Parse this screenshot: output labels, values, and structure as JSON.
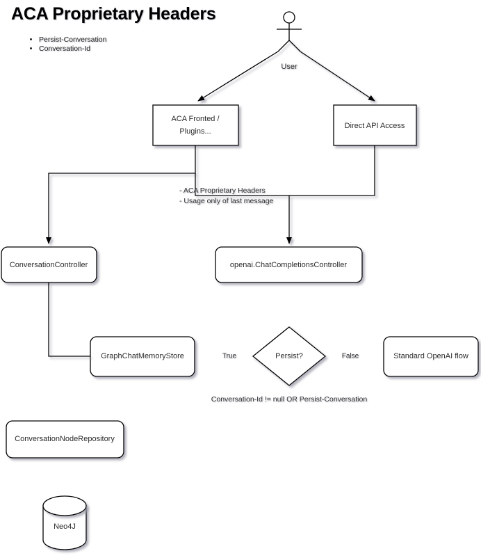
{
  "title": "ACA Proprietary Headers",
  "header_bullets": [
    "Persist-Conversation",
    "Conversation-Id"
  ],
  "nodes": {
    "actor": {
      "label": "User",
      "icon": "user-actor-icon"
    },
    "aca_frontend": {
      "line1": "ACA Fronted /",
      "line2": "Plugins..."
    },
    "direct_api": {
      "label": "Direct API Access"
    },
    "conversation_controller": {
      "label": "ConversationController"
    },
    "chat_completions_controller": {
      "label": "openai.ChatCompletionsController"
    },
    "graph_chat_memory_store": {
      "label": "GraphChatMemoryStore"
    },
    "persist_decision": {
      "label": "Persist?"
    },
    "standard_openai_flow": {
      "label": "Standard OpenAI flow"
    },
    "conversation_node_repository": {
      "label": "ConversationNodeRepository"
    },
    "neo4j": {
      "label": "Neo4J",
      "icon": "database-cylinder-icon"
    }
  },
  "edge_labels": {
    "persist_true": "True",
    "persist_false": "False"
  },
  "annotations": {
    "headers_note_line1": "- ACA Proprietary Headers",
    "headers_note_line2": "- Usage only of last message",
    "persist_condition": "Conversation-Id != null OR Persist-Conversation"
  },
  "colors": {
    "background": "#ffffff",
    "stroke": "#000000",
    "text": "#2b2b2b",
    "title": "#000000",
    "shadow": "#9a9aa8"
  }
}
